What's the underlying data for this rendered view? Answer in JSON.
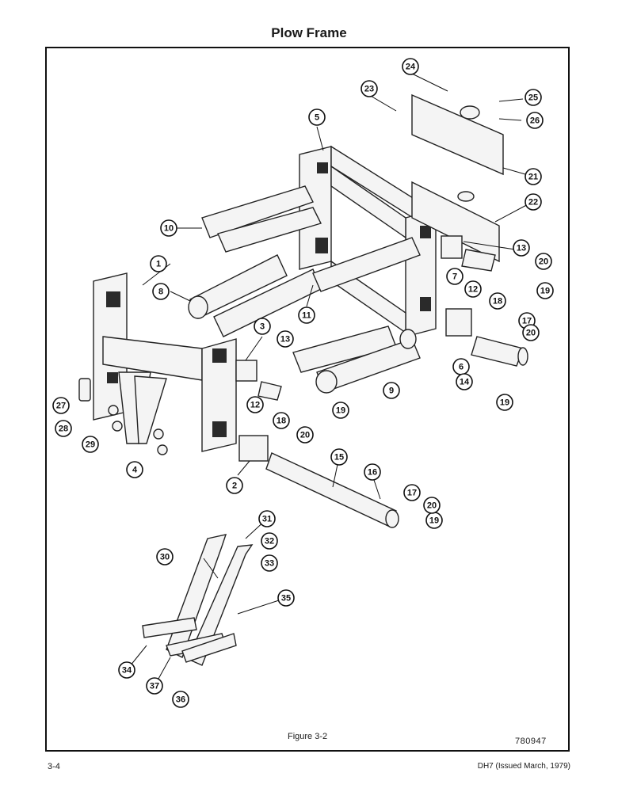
{
  "header": {
    "title": "Plow Frame"
  },
  "figure": {
    "caption": "Figure 3-2",
    "drawing_number": "780947"
  },
  "footer": {
    "page_number": "3-4",
    "issue_note": "DH7 (Issued March, 1979)"
  },
  "callouts": [
    {
      "label": "1"
    },
    {
      "label": "2"
    },
    {
      "label": "3"
    },
    {
      "label": "4"
    },
    {
      "label": "5"
    },
    {
      "label": "6"
    },
    {
      "label": "7"
    },
    {
      "label": "8"
    },
    {
      "label": "9"
    },
    {
      "label": "10"
    },
    {
      "label": "11"
    },
    {
      "label": "12"
    },
    {
      "label": "12"
    },
    {
      "label": "13"
    },
    {
      "label": "13"
    },
    {
      "label": "14"
    },
    {
      "label": "15"
    },
    {
      "label": "16"
    },
    {
      "label": "17"
    },
    {
      "label": "17"
    },
    {
      "label": "18"
    },
    {
      "label": "18"
    },
    {
      "label": "19"
    },
    {
      "label": "19"
    },
    {
      "label": "19"
    },
    {
      "label": "19"
    },
    {
      "label": "20"
    },
    {
      "label": "20"
    },
    {
      "label": "20"
    },
    {
      "label": "20"
    },
    {
      "label": "21"
    },
    {
      "label": "22"
    },
    {
      "label": "23"
    },
    {
      "label": "24"
    },
    {
      "label": "25"
    },
    {
      "label": "26"
    },
    {
      "label": "27"
    },
    {
      "label": "28"
    },
    {
      "label": "29"
    },
    {
      "label": "30"
    },
    {
      "label": "31"
    },
    {
      "label": "32"
    },
    {
      "label": "33"
    },
    {
      "label": "34"
    },
    {
      "label": "35"
    },
    {
      "label": "36"
    },
    {
      "label": "37"
    }
  ]
}
